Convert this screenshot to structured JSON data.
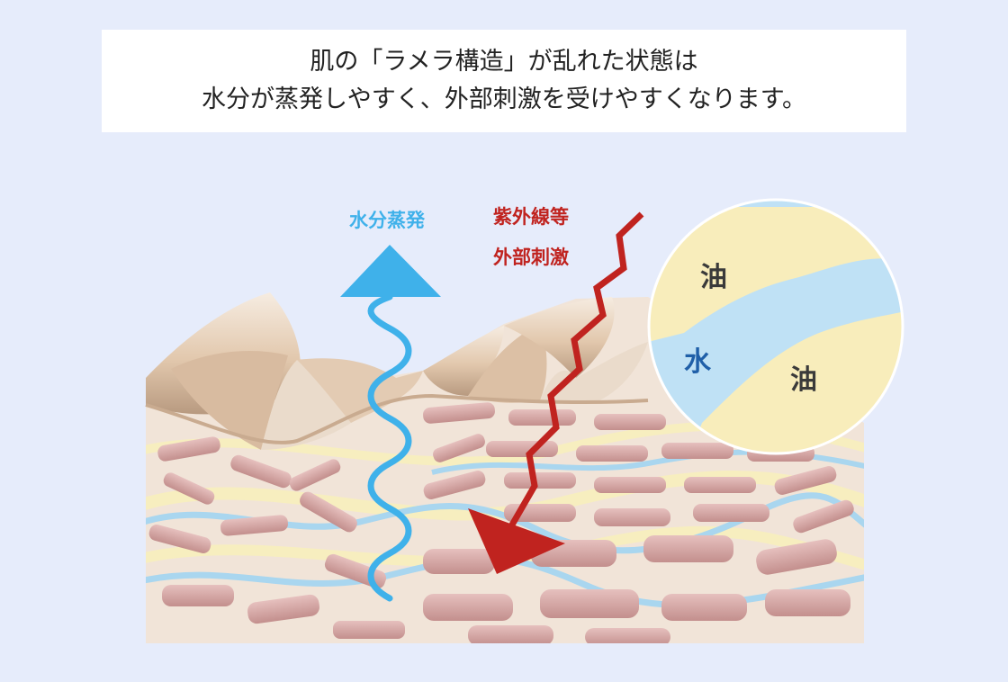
{
  "caption": {
    "line1": "肌の「ラメラ構造」が乱れた状態は",
    "line2": "水分が蒸発しやすく、外部刺激を受けやすくなります。"
  },
  "labels": {
    "evaporation": "水分蒸発",
    "uv_line1": "紫外線等",
    "uv_line2": "外部刺激",
    "oil_top": "油",
    "water": "水",
    "oil_bottom": "油"
  },
  "colors": {
    "background": "#e6ecfb",
    "water_blue": "#3fb1ea",
    "uv_red": "#c0231f",
    "oil_yellow": "#f8edbb",
    "cell_pink": "#d4a4a2",
    "skin_beige": "#e9d5bf"
  }
}
